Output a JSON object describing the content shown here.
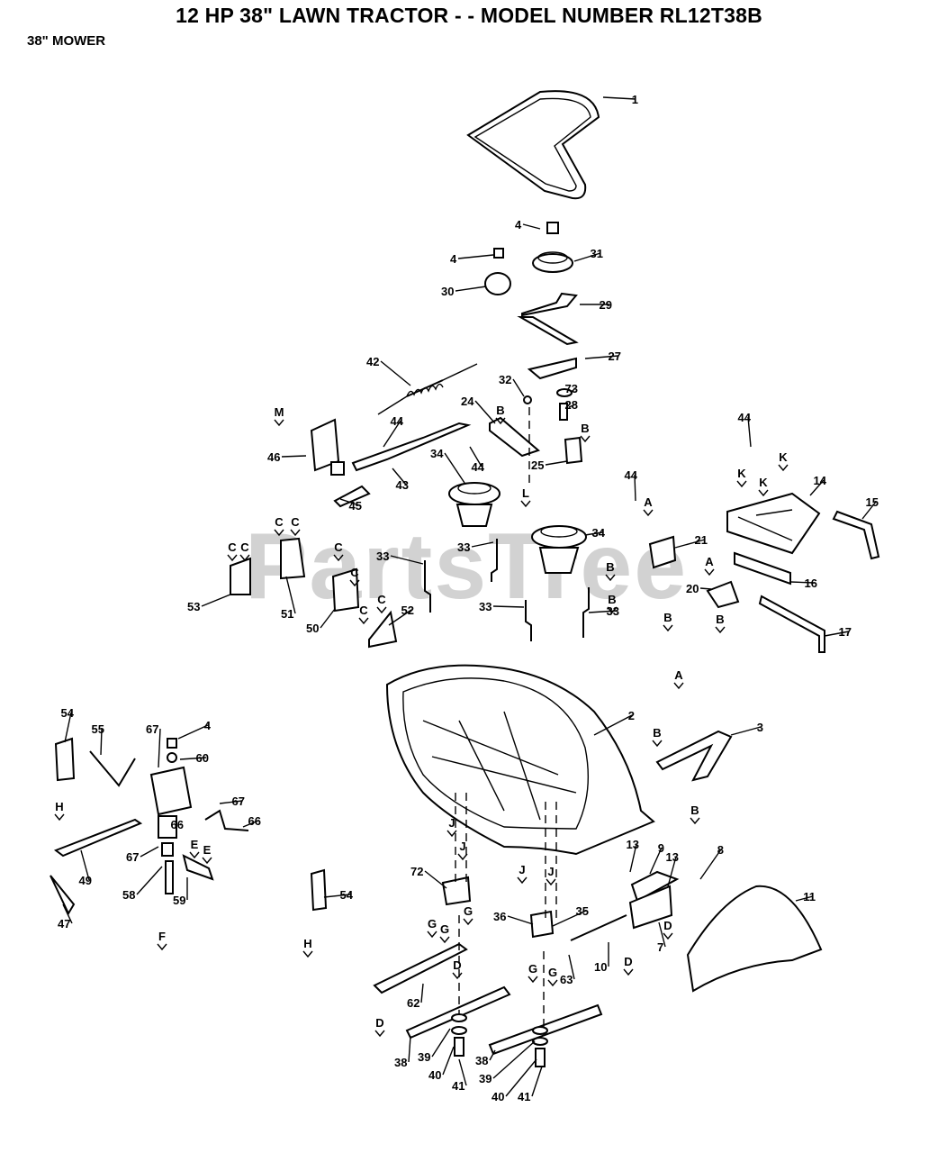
{
  "header": {
    "title": "12 HP 38\" LAWN TRACTOR - - MODEL NUMBER RL12T38B",
    "subtitle": "38\" MOWER"
  },
  "watermark": "PartsTree",
  "callouts": [
    {
      "id": "c1",
      "label": "1"
    },
    {
      "id": "c4a",
      "label": "4"
    },
    {
      "id": "c4b",
      "label": "4"
    },
    {
      "id": "c31",
      "label": "31"
    },
    {
      "id": "c30",
      "label": "30"
    },
    {
      "id": "c29",
      "label": "29"
    },
    {
      "id": "c27",
      "label": "27"
    },
    {
      "id": "c42",
      "label": "42"
    },
    {
      "id": "c32",
      "label": "32"
    },
    {
      "id": "c73",
      "label": "73"
    },
    {
      "id": "c28",
      "label": "28"
    },
    {
      "id": "c24",
      "label": "24"
    },
    {
      "id": "c44a",
      "label": "44"
    },
    {
      "id": "c44b",
      "label": "44"
    },
    {
      "id": "c44c",
      "label": "44"
    },
    {
      "id": "c44d",
      "label": "44"
    },
    {
      "id": "c46",
      "label": "46"
    },
    {
      "id": "c43",
      "label": "43"
    },
    {
      "id": "c34a",
      "label": "34"
    },
    {
      "id": "c25",
      "label": "25"
    },
    {
      "id": "c45",
      "label": "45"
    },
    {
      "id": "c14",
      "label": "14"
    },
    {
      "id": "c15",
      "label": "15"
    },
    {
      "id": "c34b",
      "label": "34"
    },
    {
      "id": "c21",
      "label": "21"
    },
    {
      "id": "c33a",
      "label": "33"
    },
    {
      "id": "c33b",
      "label": "33"
    },
    {
      "id": "c33c",
      "label": "33"
    },
    {
      "id": "c33d",
      "label": "33"
    },
    {
      "id": "c16",
      "label": "16"
    },
    {
      "id": "c20",
      "label": "20"
    },
    {
      "id": "c17",
      "label": "17"
    },
    {
      "id": "c53",
      "label": "53"
    },
    {
      "id": "c51",
      "label": "51"
    },
    {
      "id": "c50",
      "label": "50"
    },
    {
      "id": "c52",
      "label": "52"
    },
    {
      "id": "c2",
      "label": "2"
    },
    {
      "id": "c3",
      "label": "3"
    },
    {
      "id": "c54a",
      "label": "54"
    },
    {
      "id": "c55",
      "label": "55"
    },
    {
      "id": "c67a",
      "label": "67"
    },
    {
      "id": "c4c",
      "label": "4"
    },
    {
      "id": "c60",
      "label": "60"
    },
    {
      "id": "c67b",
      "label": "67"
    },
    {
      "id": "c66a",
      "label": "66"
    },
    {
      "id": "c66b",
      "label": "66"
    },
    {
      "id": "c67c",
      "label": "67"
    },
    {
      "id": "c49",
      "label": "49"
    },
    {
      "id": "c58",
      "label": "58"
    },
    {
      "id": "c59",
      "label": "59"
    },
    {
      "id": "c47",
      "label": "47"
    },
    {
      "id": "c54b",
      "label": "54"
    },
    {
      "id": "c72",
      "label": "72"
    },
    {
      "id": "c13a",
      "label": "13"
    },
    {
      "id": "c9",
      "label": "9"
    },
    {
      "id": "c13b",
      "label": "13"
    },
    {
      "id": "c8",
      "label": "8"
    },
    {
      "id": "c11",
      "label": "11"
    },
    {
      "id": "c36",
      "label": "36"
    },
    {
      "id": "c35",
      "label": "35"
    },
    {
      "id": "c10",
      "label": "10"
    },
    {
      "id": "c7",
      "label": "7"
    },
    {
      "id": "c62",
      "label": "62"
    },
    {
      "id": "c63",
      "label": "63"
    },
    {
      "id": "c38a",
      "label": "38"
    },
    {
      "id": "c39a",
      "label": "39"
    },
    {
      "id": "c40a",
      "label": "40"
    },
    {
      "id": "c41a",
      "label": "41"
    },
    {
      "id": "c38b",
      "label": "38"
    },
    {
      "id": "c39b",
      "label": "39"
    },
    {
      "id": "c40b",
      "label": "40"
    },
    {
      "id": "c41b",
      "label": "41"
    }
  ],
  "reference_letters": [
    {
      "id": "rM",
      "label": "M"
    },
    {
      "id": "rB1",
      "label": "B"
    },
    {
      "id": "rB2",
      "label": "B"
    },
    {
      "id": "rL",
      "label": "L"
    },
    {
      "id": "rK1",
      "label": "K"
    },
    {
      "id": "rK2",
      "label": "K"
    },
    {
      "id": "rK3",
      "label": "K"
    },
    {
      "id": "rA1",
      "label": "A"
    },
    {
      "id": "rB3",
      "label": "B"
    },
    {
      "id": "rB4",
      "label": "B"
    },
    {
      "id": "rA2",
      "label": "A"
    },
    {
      "id": "rB5",
      "label": "B"
    },
    {
      "id": "rB6",
      "label": "B"
    },
    {
      "id": "rC1",
      "label": "C"
    },
    {
      "id": "rC2",
      "label": "C"
    },
    {
      "id": "rC3",
      "label": "C"
    },
    {
      "id": "rC4",
      "label": "C"
    },
    {
      "id": "rC5",
      "label": "C"
    },
    {
      "id": "rC6",
      "label": "C"
    },
    {
      "id": "rC7",
      "label": "C"
    },
    {
      "id": "rC8",
      "label": "C"
    },
    {
      "id": "rA3",
      "label": "A"
    },
    {
      "id": "rB7",
      "label": "B"
    },
    {
      "id": "rB8",
      "label": "B"
    },
    {
      "id": "rH1",
      "label": "H"
    },
    {
      "id": "rE1",
      "label": "E"
    },
    {
      "id": "rE2",
      "label": "E"
    },
    {
      "id": "rF",
      "label": "F"
    },
    {
      "id": "rH2",
      "label": "H"
    },
    {
      "id": "rJ1",
      "label": "J"
    },
    {
      "id": "rJ2",
      "label": "J"
    },
    {
      "id": "rJ3",
      "label": "J"
    },
    {
      "id": "rJ4",
      "label": "J"
    },
    {
      "id": "rG1",
      "label": "G"
    },
    {
      "id": "rG2",
      "label": "G"
    },
    {
      "id": "rG3",
      "label": "G"
    },
    {
      "id": "rG4",
      "label": "G"
    },
    {
      "id": "rG5",
      "label": "G"
    },
    {
      "id": "rD1",
      "label": "D"
    },
    {
      "id": "rD2",
      "label": "D"
    },
    {
      "id": "rD3",
      "label": "D"
    },
    {
      "id": "rD4",
      "label": "D"
    }
  ]
}
